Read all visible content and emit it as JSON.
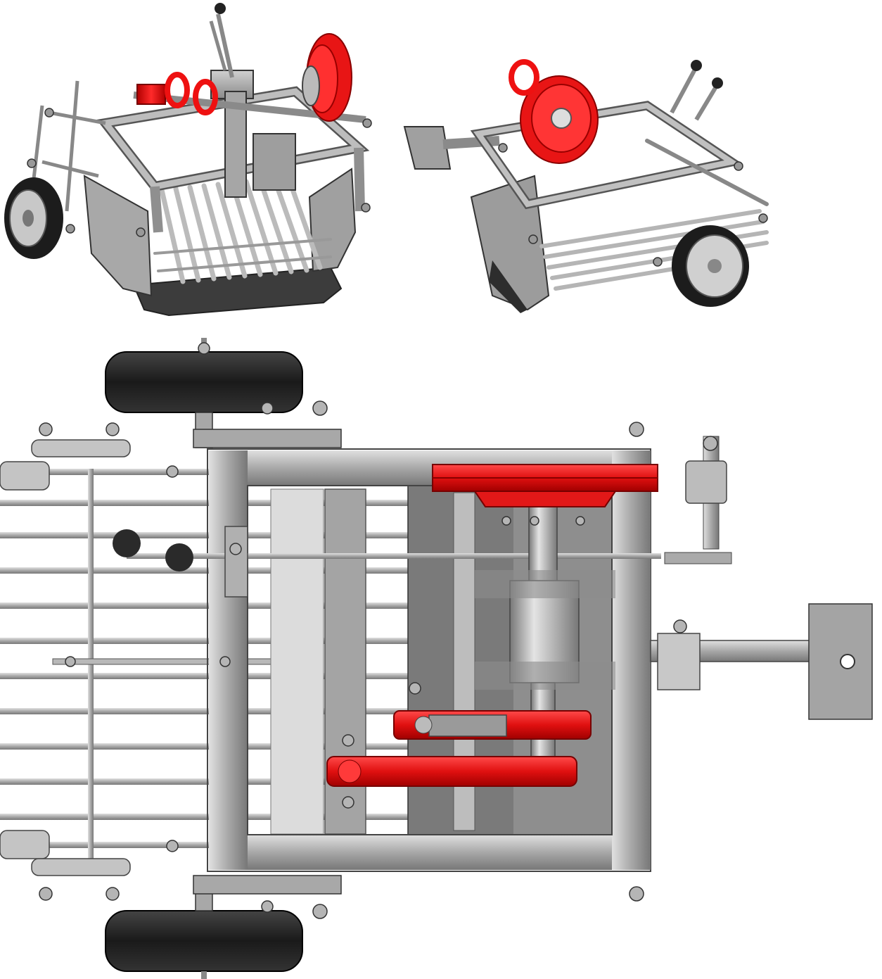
{
  "figure": {
    "views": [
      {
        "id": "iso-front",
        "description_label": ""
      },
      {
        "id": "iso-rear",
        "description_label": ""
      },
      {
        "id": "top-view",
        "description_label": ""
      }
    ],
    "colors": {
      "background": "#ffffff",
      "steel": "#9a9a9a",
      "steel_light": "#c4c4c4",
      "steel_dark": "#6e6e6e",
      "outline": "#333333",
      "drive_parts": "#ee1111",
      "drive_parts_dark": "#a00000",
      "tire": "#1c1c1c",
      "shadow": "#555555"
    },
    "icons": {
      "wheel": "tire-wheel-icon",
      "pulley": "v-belt-pulley-icon",
      "lever": "control-lever-icon",
      "bolt": "hex-bolt-icon"
    }
  }
}
